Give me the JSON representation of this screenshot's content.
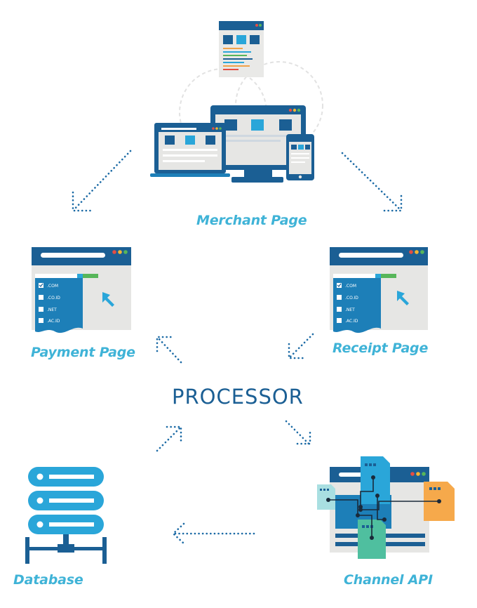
{
  "center": {
    "title": "PROCESSOR"
  },
  "nodes": {
    "merchant": {
      "label": "Merchant Page"
    },
    "payment": {
      "label": "Payment Page"
    },
    "receipt": {
      "label": "Receipt Page"
    },
    "database": {
      "label": "Database"
    },
    "channel": {
      "label": "Channel API"
    }
  },
  "dropdown_options": [
    ".COM",
    ".CO.ID",
    ".NET",
    ".AC.ID"
  ],
  "colors": {
    "label": "#3fb3d7",
    "title": "#1b5f94",
    "dark_blue": "#1b5f94",
    "mid_blue": "#1d7fb8",
    "cyan": "#2aa6d9",
    "grey": "#e6e6e4",
    "arrow": "#1b6aa5",
    "orange": "#f6a94b",
    "green": "#4fbf9f",
    "red_dot": "#e54d42",
    "yellow_dot": "#f5b431",
    "green_dot": "#57b65a"
  }
}
